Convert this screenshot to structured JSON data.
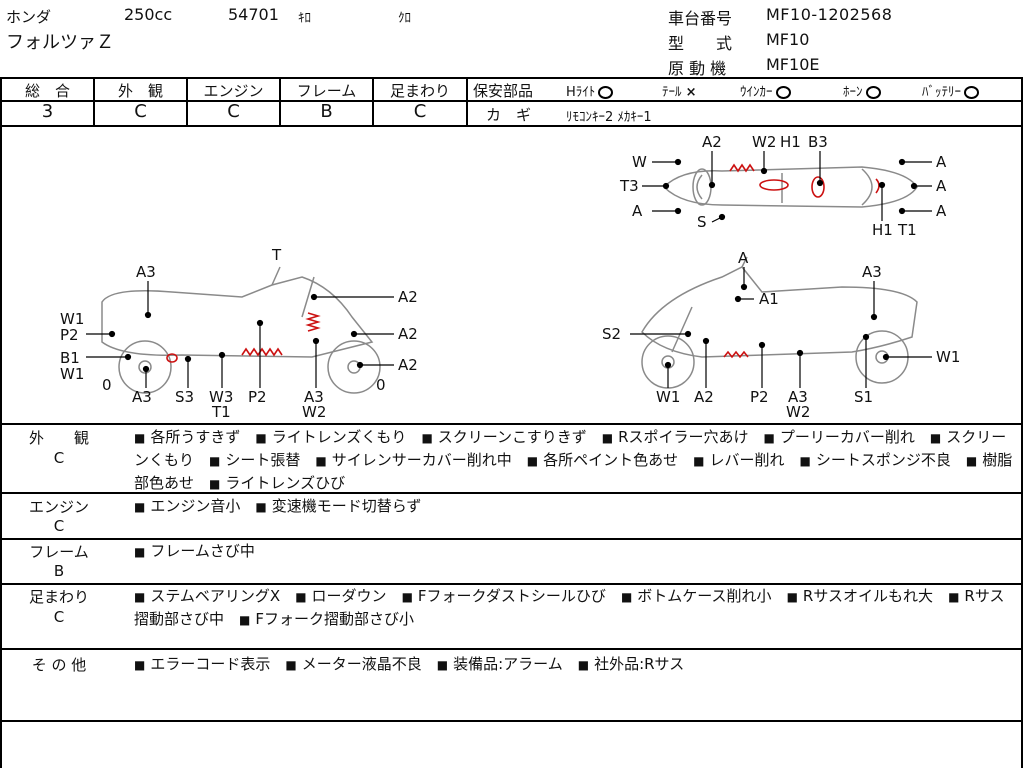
{
  "header": {
    "maker": "ホンダ",
    "displacement": "250cc",
    "mileage": "54701",
    "mileage_unit": "ｷﾛ",
    "color": "ｸﾛ",
    "model_name": "フォルツァＺ",
    "chassis_label": "車台番号",
    "chassis_value": "MF10-1202568",
    "type_label": "型　　式",
    "type_value": "MF10",
    "engine_label": "原 動 機",
    "engine_value": "MF10E"
  },
  "grades": [
    {
      "label": "総　合",
      "value": "3"
    },
    {
      "label": "外　観",
      "value": "C"
    },
    {
      "label": "エンジン",
      "value": "C"
    },
    {
      "label": "フレーム",
      "value": "B"
    },
    {
      "label": "足まわり",
      "value": "C"
    }
  ],
  "safety": {
    "label": "保安部品",
    "items": [
      {
        "name": "Hﾗｲﾄ",
        "mark": "circle"
      },
      {
        "name": "ﾃｰﾙ",
        "mark": "×"
      },
      {
        "name": "ｳｲﾝｶｰ",
        "mark": "circle"
      },
      {
        "name": "ﾎｰﾝ",
        "mark": "circle"
      },
      {
        "name": "ﾊﾞｯﾃﾘｰ",
        "mark": "circle"
      }
    ],
    "key_label": "カ　ギ",
    "key_value": "ﾘﾓｺﾝｷｰ2 ﾒｶｷｰ1"
  },
  "diagram": {
    "top_labels": [
      "W",
      "T3",
      "A",
      "A2",
      "S",
      "W2",
      "H1",
      "B3",
      "A",
      "A",
      "A",
      "H1",
      "T1"
    ],
    "left_labels": [
      "T",
      "A3",
      "A2",
      "W1",
      "P2",
      "A2",
      "B1",
      "W1",
      "A2",
      "0",
      "A3",
      "S3",
      "W3",
      "T1",
      "P2",
      "A3",
      "W2",
      "0"
    ],
    "right_labels": [
      "A",
      "A3",
      "A1",
      "S2",
      "W1",
      "W1",
      "A2",
      "P2",
      "A3",
      "W2",
      "S1"
    ]
  },
  "details": [
    {
      "label": "外　　観",
      "grade": "C",
      "items": [
        "各所うすきず",
        "ライトレンズくもり",
        "スクリーンこすりきず",
        "Rスポイラー穴あけ",
        "プーリーカバー削れ",
        "スクリーンくもり",
        "シート張替",
        "サイレンサーカバー削れ中",
        "各所ペイント色あせ",
        "レバー削れ",
        "シートスポンジ不良",
        "樹脂部色あせ",
        "ライトレンズひび"
      ]
    },
    {
      "label": "エンジン",
      "grade": "C",
      "items": [
        "エンジン音小",
        "変速機モード切替らず"
      ]
    },
    {
      "label": "フレーム",
      "grade": "B",
      "items": [
        "フレームさび中"
      ]
    },
    {
      "label": "足まわり",
      "grade": "C",
      "items": [
        "ステムベアリングX",
        "ローダウン",
        "Fフォークダストシールひび",
        "ボトムケース削れ小",
        "Rサスオイルもれ大",
        "Rサス摺動部さび中",
        "Fフォーク摺動部さび小"
      ]
    },
    {
      "label": "そ の 他",
      "grade": "",
      "items": [
        "エラーコード表示",
        "メーター液晶不良",
        "装備品:アラーム",
        "社外品:Rサス"
      ]
    }
  ],
  "colors": {
    "line": "#000000",
    "damage": "#cc1111",
    "outline": "#8a8a8a"
  }
}
